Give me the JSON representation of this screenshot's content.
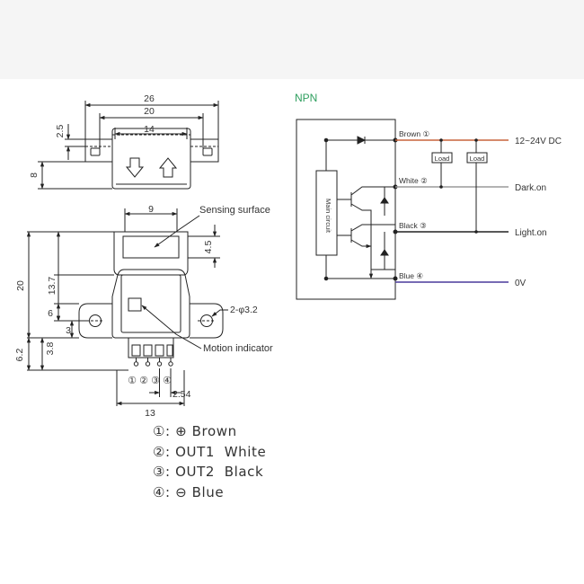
{
  "colors": {
    "brown": "#c8643c",
    "grey": "#9a9a9a",
    "blue": "#4a3a9c",
    "title_green": "#2e9e5e",
    "line": "#222222"
  },
  "diagram": {
    "dims": {
      "d26": "26",
      "d20": "20",
      "d14": "14",
      "d2_5": "2.5",
      "d8": "8",
      "d9": "9",
      "d4_5": "4.5",
      "d20v": "20",
      "d13_7": "13.7",
      "d6": "6",
      "d3": "3",
      "d3_8": "3.8",
      "d6_2": "6.2",
      "d2_54": "2.54",
      "d13": "13",
      "hole": "2-φ3.2"
    },
    "labels": {
      "sensing_surface": "Sensing surface",
      "motion_indicator": "Motion indicator",
      "pins": [
        "①",
        "②",
        "③",
        "④"
      ]
    },
    "circuit": {
      "title": "NPN",
      "main_circuit": "Main circuit",
      "load": "Load",
      "wires": [
        "Brown ①",
        "White ②",
        "Black ③",
        "Blue ④"
      ],
      "outputs": [
        "12~24V DC",
        "Dark.on",
        "Light.on",
        "0V"
      ]
    }
  },
  "legend": [
    {
      "num": "①:",
      "symbol": "⊕",
      "text": "Brown"
    },
    {
      "num": "②:",
      "symbol": "",
      "text": "OUT1  White"
    },
    {
      "num": "③:",
      "symbol": "",
      "text": "OUT2  Black"
    },
    {
      "num": "④:",
      "symbol": "⊖",
      "text": "Blue"
    }
  ]
}
